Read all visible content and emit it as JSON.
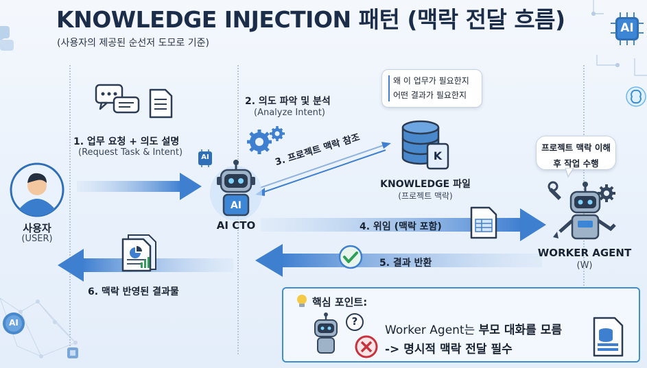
{
  "title": "KNOWLEDGE INJECTION 패턴 (맥락 전달 흐름)",
  "subtitle": "(사용자의 제공된 순선저 도모로 기준)",
  "nodes": {
    "user": {
      "label": "사용자",
      "sub": "(USER)"
    },
    "cto": {
      "label": "AI CTO",
      "chip": "AI",
      "badge": "AI"
    },
    "knowledge": {
      "label": "KNOWLEDGE 파일",
      "sub": "(프로젝트 맥락)",
      "letter": "K"
    },
    "worker": {
      "label": "WORKER AGENT",
      "sub": "(W)"
    }
  },
  "steps": {
    "s1": {
      "label": "1. 업무 요청 + 의도 설명",
      "sub": "(Request Task & Intent)"
    },
    "s2": {
      "label": "2. 의도 파악 및 분석",
      "sub": "(Analyze Intent)"
    },
    "s3": {
      "label": "3. 프로젝트 맥락 참조"
    },
    "s4": {
      "label": "4. 위임 (맥락 포함)"
    },
    "s5": {
      "label": "5. 결과 반환"
    },
    "s6": {
      "label": "6. 맥락 반영된 결과물"
    }
  },
  "bubbles": {
    "why": [
      "왜 이 업무가 필요한지",
      "어떤 결과가 필요한지"
    ],
    "worker": [
      "프로젝트 맥락 이해",
      "후 작업 수행"
    ]
  },
  "keypoint": {
    "heading": "핵심 포인트:",
    "line1_prefix": "Worker Agent는 ",
    "line1_bold": "부모 대화를 모름",
    "line2": "-> 명시적 맥락 전달 필수",
    "question": "?"
  },
  "corner_chips": {
    "top_right": "AI",
    "bottom_left": "AI"
  },
  "colors": {
    "arrow": "#3f7fd0",
    "accent": "#3f8fd0",
    "title": "#1c2d4a"
  }
}
